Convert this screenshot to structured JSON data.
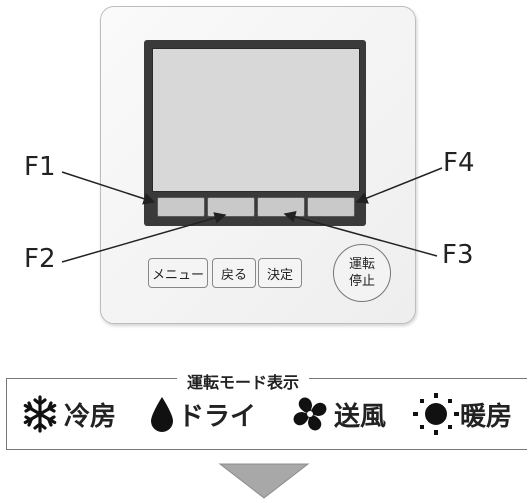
{
  "function_keys": {
    "f1": "F1",
    "f2": "F2",
    "f3": "F3",
    "f4": "F4"
  },
  "buttons": {
    "menu": "メニュー",
    "back": "戻る",
    "enter": "決定",
    "power_line1": "運転",
    "power_line2": "停止"
  },
  "legend": {
    "title": "運転モード表示",
    "modes": [
      {
        "label": "冷房",
        "icon": "snowflake-icon"
      },
      {
        "label": "ドライ",
        "icon": "water-drop-icon"
      },
      {
        "label": "送風",
        "icon": "fan-icon"
      },
      {
        "label": "暖房",
        "icon": "sun-icon"
      }
    ]
  },
  "colors": {
    "screen_frame": "#3a3a3a",
    "screen": "#d8d8d8",
    "icon": "#111111"
  }
}
